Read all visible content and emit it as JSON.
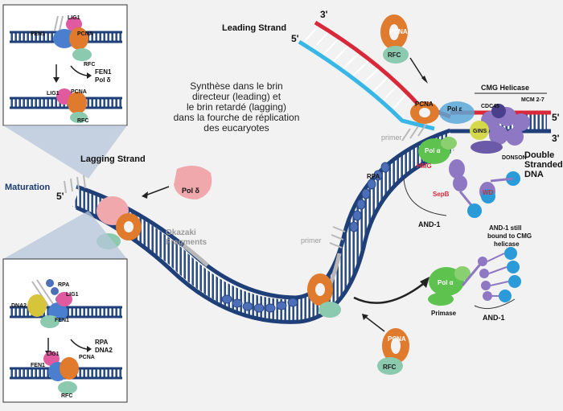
{
  "title_lines": [
    "Synthèse dans le brin",
    "directeur (leading) et",
    "le brin retardé (lagging)",
    "dans la fourche de réplication",
    "des eucaryotes"
  ],
  "labels": {
    "leading_strand": "Leading Strand",
    "lagging_strand": "Lagging Strand",
    "maturation": "Maturation",
    "okazaki_line1": "Okazaki",
    "okazaki_line2": "Fragments",
    "primer_top": "primer",
    "primer_mid": "primer",
    "double_stranded_line1": "Double",
    "double_stranded_line2": "Stranded",
    "double_stranded_line3": "DNA",
    "cmg_helicase": "CMG Helicase",
    "cdc45": "CDC45",
    "mcm": "MCM 2-7",
    "gins": "GINS",
    "donson": "DONSON",
    "pol_epsilon": "Pol ε",
    "pol_alpha": "Pol α",
    "pol_alpha_free": "Pol α",
    "pol_delta": "Pol δ",
    "hmg": "HMG",
    "sepb": "SepB",
    "wd": "WD",
    "and1": "AND-1",
    "and1_free": "AND-1",
    "and1_note_line1": "AND-1 still",
    "and1_note_line2": "bound to CMG",
    "and1_note_line3": "helicase",
    "primase": "Primase",
    "rpa": "RPA",
    "pcna": "PCNA",
    "rfc": "RFC",
    "three_prime": "3'",
    "five_prime": "5'"
  },
  "inset_top": {
    "lig1": "LIG1",
    "fen1": "FEN1",
    "pcna": "PCNA",
    "rfc": "RFC",
    "released_line1": "FEN1",
    "released_line2": "Pol δ",
    "lig1_b": "LIG1",
    "pcna_b": "PCNA",
    "rfc_b": "RFC"
  },
  "inset_bottom": {
    "rpa": "RPA",
    "dna2": "DNA2",
    "lig1": "LIG1",
    "fen1": "FEN1",
    "released_line1": "RPA",
    "released_line2": "DNA2",
    "lig1_b": "LIG1",
    "fen1_b": "FEN1",
    "pcna_b": "PCNA",
    "rfc_b": "RFC"
  },
  "colors": {
    "leading_red": "#d8283a",
    "leading_blue": "#38b6e6",
    "lagging_navy": "#1f3f78",
    "rung": "#ffffff",
    "primer_gray": "#b8b8b8",
    "pcna_orange": "#e07a2c",
    "rfc_green": "#8ccab0",
    "pol_delta_pink": "#f0a8ad",
    "pol_alpha_green": "#5ec24f",
    "mcm_purple": "#8e78c4",
    "gins_yellow": "#d5d84a",
    "rpa_blue": "#4d6fb8",
    "and1_blue": "#2a9ad8",
    "lig1_pink": "#e05aa0",
    "fen1_blue": "#4a7fd0"
  }
}
